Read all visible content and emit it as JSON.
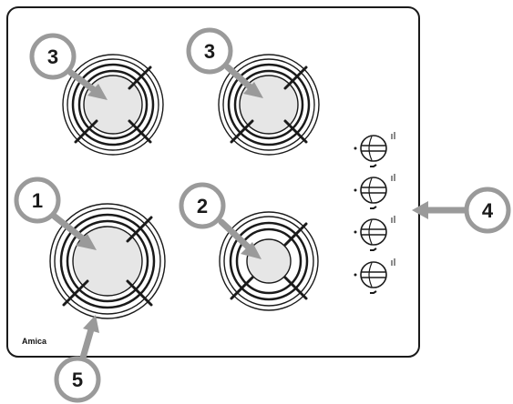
{
  "brand": "Amica",
  "callouts": [
    {
      "id": "burner-top-left",
      "label": "3"
    },
    {
      "id": "burner-top-right",
      "label": "3"
    },
    {
      "id": "burner-bottom-left",
      "label": "1"
    },
    {
      "id": "burner-bottom-right",
      "label": "2"
    },
    {
      "id": "control-knobs",
      "label": "4"
    },
    {
      "id": "burner-ring",
      "label": "5"
    }
  ],
  "colors": {
    "outline": "#1a1a1a",
    "callout_gray": "#9a9a9a",
    "burner_center": "#e6e6e6",
    "badge_fill": "#ffffff"
  },
  "knob_count": 4
}
